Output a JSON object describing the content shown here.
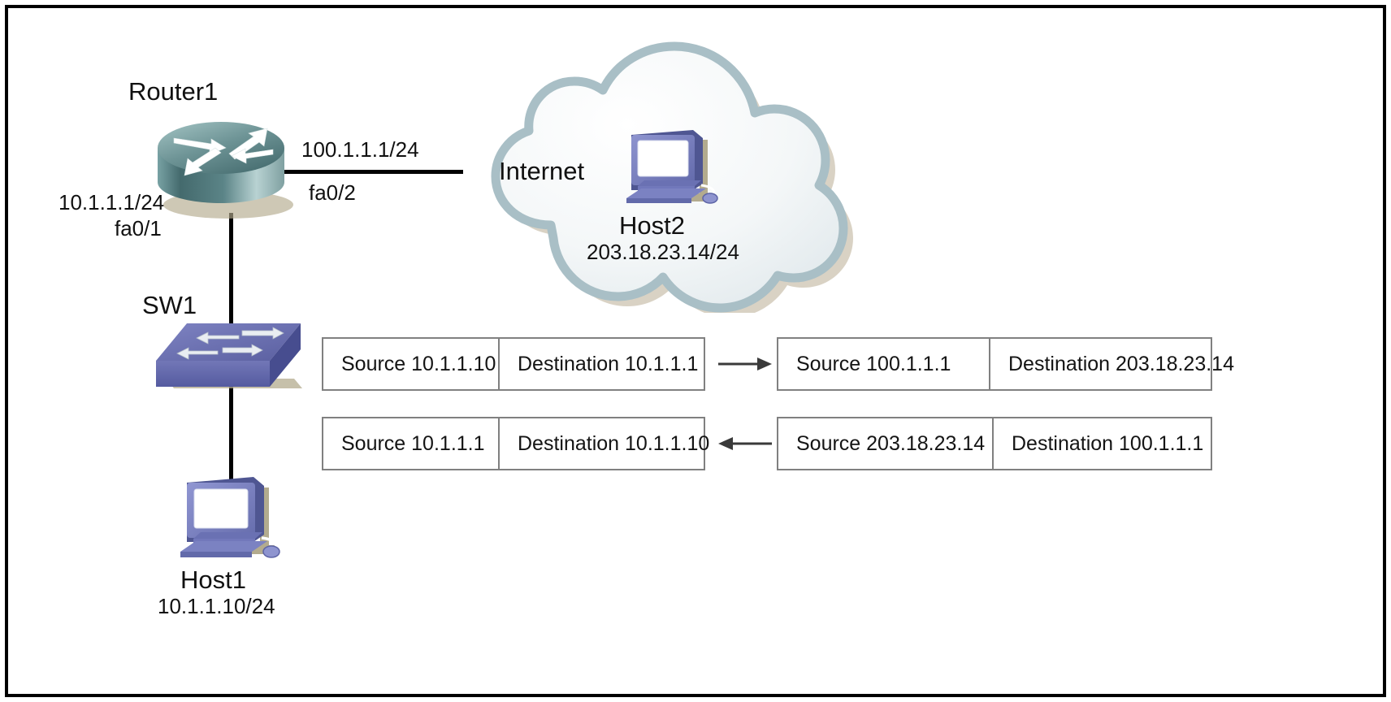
{
  "diagram": {
    "title": "NAT translation network topology",
    "border_color": "#000000",
    "background": "#ffffff"
  },
  "nodes": {
    "router": {
      "name": "Router1",
      "icon": "router-icon",
      "interfaces": [
        {
          "id": "fa0/2",
          "label": "fa0/2",
          "address": "100.1.1.1/24"
        },
        {
          "id": "fa0/1",
          "label": "fa0/1",
          "address": "10.1.1.1/24"
        }
      ]
    },
    "switch": {
      "name": "SW1",
      "icon": "switch-icon"
    },
    "host1": {
      "name": "Host1",
      "address": "10.1.1.10/24",
      "icon": "pc-icon"
    },
    "host2": {
      "name": "Host2",
      "address": "203.18.23.14/24",
      "icon": "pc-icon"
    },
    "cloud": {
      "name": "Internet",
      "icon": "cloud-icon"
    }
  },
  "packets": {
    "outbound": {
      "direction": "right",
      "arrow_icon": "arrow-right-icon",
      "inside": {
        "source": "Source 10.1.1.10",
        "destination": "Destination 10.1.1.1"
      },
      "outside": {
        "source": "Source 100.1.1.1",
        "destination": "Destination 203.18.23.14"
      }
    },
    "inbound": {
      "direction": "left",
      "arrow_icon": "arrow-left-icon",
      "inside": {
        "source": "Source 10.1.1.1",
        "destination": "Destination 10.1.1.10"
      },
      "outside": {
        "source": "Source 203.18.23.14",
        "destination": "Destination 100.1.1.1"
      }
    }
  },
  "colors": {
    "router_body": "#4f7476",
    "switch_body": "#6b6fae",
    "host_body": "#7278b8",
    "cloud_fill": "#f2f5f6",
    "cloud_stroke": "#a9bfc6",
    "table_border": "#808080",
    "link": "#000000",
    "shadow": "#b3ab8e"
  }
}
